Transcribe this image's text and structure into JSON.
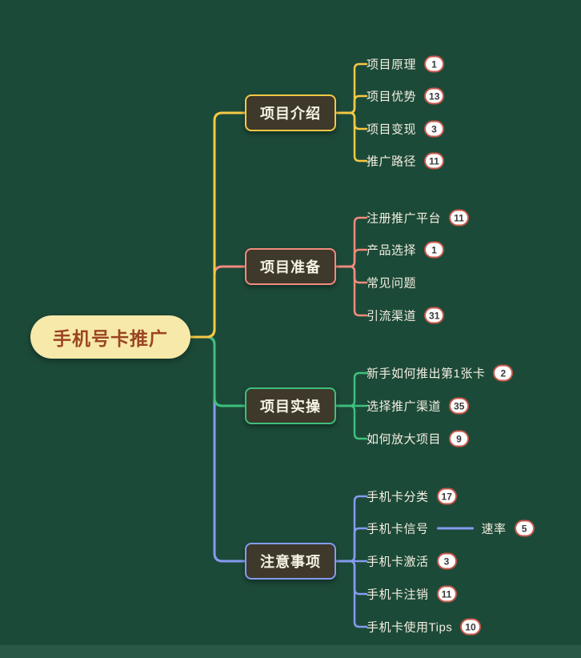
{
  "root": {
    "label": "手机号卡推广"
  },
  "branches": [
    {
      "label": "项目介绍",
      "color": "#f6c945",
      "children": [
        {
          "label": "项目原理",
          "badge": "1"
        },
        {
          "label": "项目优势",
          "badge": "13"
        },
        {
          "label": "项目变现",
          "badge": "3"
        },
        {
          "label": "推广路径",
          "badge": "11"
        }
      ]
    },
    {
      "label": "项目准备",
      "color": "#f28b7d",
      "children": [
        {
          "label": "注册推广平台",
          "badge": "11"
        },
        {
          "label": "产品选择",
          "badge": "1"
        },
        {
          "label": "常见问题"
        },
        {
          "label": "引流渠道",
          "badge": "31"
        }
      ]
    },
    {
      "label": "项目实操",
      "color": "#3ec07c",
      "children": [
        {
          "label": "新手如何推出第1张卡",
          "badge": "2"
        },
        {
          "label": "选择推广渠道",
          "badge": "35"
        },
        {
          "label": "如何放大项目",
          "badge": "9"
        }
      ]
    },
    {
      "label": "注意事项",
      "color": "#869bf0",
      "children": [
        {
          "label": "手机卡分类",
          "badge": "17"
        },
        {
          "label": "手机卡信号",
          "sub": {
            "label": "速率",
            "badge": "5"
          }
        },
        {
          "label": "手机卡激活",
          "badge": "3"
        },
        {
          "label": "手机卡注销",
          "badge": "11"
        },
        {
          "label": "手机卡使用Tips",
          "badge": "10"
        }
      ]
    }
  ],
  "theme": {
    "background": "#1c4a39",
    "root_fill": "#f7e9a9",
    "root_text": "#9c4423",
    "topic_fill": "#3e392b",
    "topic_text": "#f7f3e4",
    "leaf_text": "#f3eee0",
    "badge_fill": "#ffffff",
    "badge_text": "#3a3a3a",
    "badge_ring": "#c9584a"
  }
}
